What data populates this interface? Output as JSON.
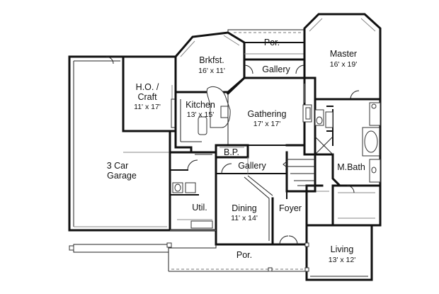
{
  "rooms": {
    "porch_top": {
      "name": "Por."
    },
    "master": {
      "name": "Master",
      "dims": "16' x 19'"
    },
    "breakfast": {
      "name": "Brkfst.",
      "dims": "16' x 11'"
    },
    "gallery_top": {
      "name": "Gallery"
    },
    "home_office": {
      "line1": "H.O. /",
      "line2": "Craft",
      "dims": "11' x 17'"
    },
    "kitchen": {
      "name": "Kitchen",
      "dims": "13' x 15'"
    },
    "gathering": {
      "name": "Gathering",
      "dims": "17' x 17'"
    },
    "butler_pantry": {
      "name": "B.P."
    },
    "gallery_mid": {
      "name": "Gallery"
    },
    "master_bath": {
      "name": "M.Bath"
    },
    "garage": {
      "line1": "3 Car",
      "line2": "Garage"
    },
    "utility": {
      "name": "Util."
    },
    "dining": {
      "name": "Dining",
      "dims": "11' x 14'"
    },
    "foyer": {
      "name": "Foyer"
    },
    "porch_front": {
      "name": "Por."
    },
    "living": {
      "name": "Living",
      "dims": "13' x 12'"
    }
  }
}
